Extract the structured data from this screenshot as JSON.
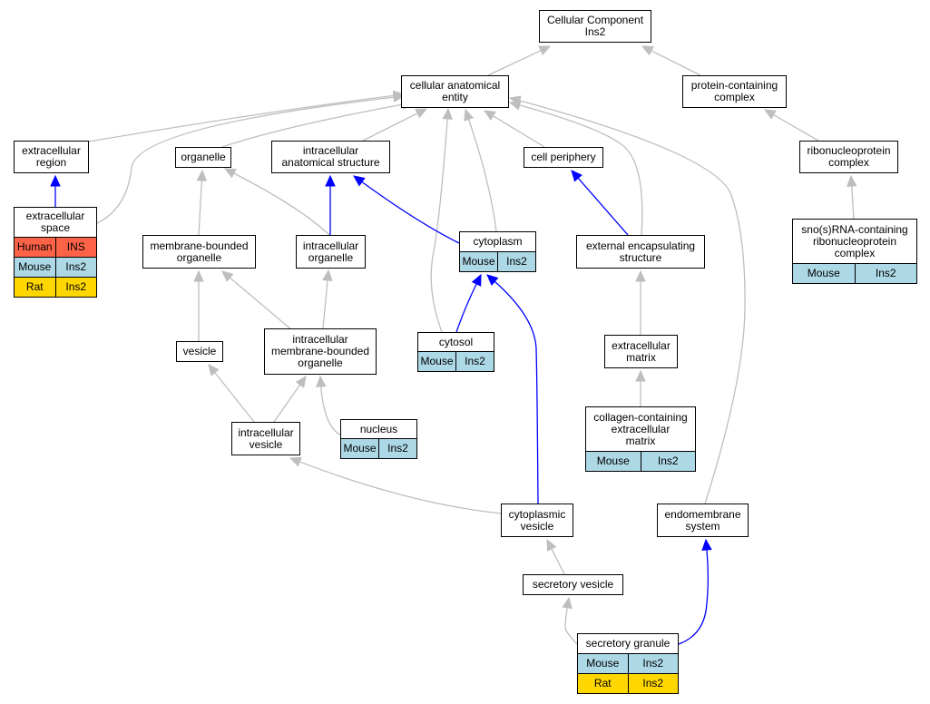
{
  "colors": {
    "human": "#ff6347",
    "mouse": "#add8e6",
    "rat": "#ffd700",
    "edge_gray": "#bebebe",
    "edge_blue": "#0000ff"
  },
  "nodes": [
    {
      "id": "cellular_component",
      "label": "Cellular Component\nIns2",
      "rows": []
    },
    {
      "id": "cellular_anatomical_entity",
      "label": "cellular anatomical\nentity",
      "rows": []
    },
    {
      "id": "protein_containing_complex",
      "label": "protein-containing\ncomplex",
      "rows": []
    },
    {
      "id": "extracellular_region",
      "label": "extracellular\nregion",
      "rows": []
    },
    {
      "id": "organelle",
      "label": "organelle",
      "rows": []
    },
    {
      "id": "intracellular_anatomical_structure",
      "label": "intracellular\nanatomical structure",
      "rows": []
    },
    {
      "id": "cell_periphery",
      "label": "cell periphery",
      "rows": []
    },
    {
      "id": "ribonucleoprotein_complex",
      "label": "ribonucleoprotein\ncomplex",
      "rows": []
    },
    {
      "id": "extracellular_space",
      "label": "extracellular\nspace",
      "rows": [
        {
          "species": "Human",
          "gene": "INS",
          "color": "human"
        },
        {
          "species": "Mouse",
          "gene": "Ins2",
          "color": "mouse"
        },
        {
          "species": "Rat",
          "gene": "Ins2",
          "color": "rat"
        }
      ]
    },
    {
      "id": "membrane_bounded_organelle",
      "label": "membrane-bounded\norganelle",
      "rows": []
    },
    {
      "id": "intracellular_organelle",
      "label": "intracellular\norganelle",
      "rows": []
    },
    {
      "id": "cytoplasm",
      "label": "cytoplasm",
      "rows": [
        {
          "species": "Mouse",
          "gene": "Ins2",
          "color": "mouse"
        }
      ]
    },
    {
      "id": "external_encapsulating_structure",
      "label": "external encapsulating\nstructure",
      "rows": []
    },
    {
      "id": "snorna_rnp_complex",
      "label": "sno(s)RNA-containing\nribonucleoprotein\ncomplex",
      "rows": [
        {
          "species": "Mouse",
          "gene": "Ins2",
          "color": "mouse"
        }
      ]
    },
    {
      "id": "vesicle",
      "label": "vesicle",
      "rows": []
    },
    {
      "id": "intracellular_mb_organelle",
      "label": "intracellular\nmembrane-bounded\norganelle",
      "rows": []
    },
    {
      "id": "cytosol",
      "label": "cytosol",
      "rows": [
        {
          "species": "Mouse",
          "gene": "Ins2",
          "color": "mouse"
        }
      ]
    },
    {
      "id": "extracellular_matrix",
      "label": "extracellular\nmatrix",
      "rows": []
    },
    {
      "id": "collagen_ecm",
      "label": "collagen-containing\nextracellular\nmatrix",
      "rows": [
        {
          "species": "Mouse",
          "gene": "Ins2",
          "color": "mouse"
        }
      ]
    },
    {
      "id": "intracellular_vesicle",
      "label": "intracellular\nvesicle",
      "rows": []
    },
    {
      "id": "nucleus",
      "label": "nucleus",
      "rows": [
        {
          "species": "Mouse",
          "gene": "Ins2",
          "color": "mouse"
        }
      ]
    },
    {
      "id": "cytoplasmic_vesicle",
      "label": "cytoplasmic\nvesicle",
      "rows": []
    },
    {
      "id": "endomembrane_system",
      "label": "endomembrane\nsystem",
      "rows": []
    },
    {
      "id": "secretory_vesicle",
      "label": "secretory vesicle",
      "rows": []
    },
    {
      "id": "secretory_granule",
      "label": "secretory granule",
      "rows": [
        {
          "species": "Mouse",
          "gene": "Ins2",
          "color": "mouse"
        },
        {
          "species": "Rat",
          "gene": "Ins2",
          "color": "rat"
        }
      ]
    }
  ],
  "edges": [
    {
      "from": "cellular_anatomical_entity",
      "to": "cellular_component",
      "color": "edge_gray"
    },
    {
      "from": "protein_containing_complex",
      "to": "cellular_component",
      "color": "edge_gray"
    },
    {
      "from": "extracellular_region",
      "to": "cellular_anatomical_entity",
      "color": "edge_gray"
    },
    {
      "from": "extracellular_space",
      "to": "cellular_anatomical_entity",
      "color": "edge_gray"
    },
    {
      "from": "organelle",
      "to": "cellular_anatomical_entity",
      "color": "edge_gray"
    },
    {
      "from": "intracellular_anatomical_structure",
      "to": "cellular_anatomical_entity",
      "color": "edge_gray"
    },
    {
      "from": "cytosol",
      "to": "cellular_anatomical_entity",
      "color": "edge_gray"
    },
    {
      "from": "cytoplasm",
      "to": "cellular_anatomical_entity",
      "color": "edge_gray"
    },
    {
      "from": "cell_periphery",
      "to": "cellular_anatomical_entity",
      "color": "edge_gray"
    },
    {
      "from": "external_encapsulating_structure",
      "to": "cellular_anatomical_entity",
      "color": "edge_gray"
    },
    {
      "from": "endomembrane_system",
      "to": "cellular_anatomical_entity",
      "color": "edge_gray"
    },
    {
      "from": "ribonucleoprotein_complex",
      "to": "protein_containing_complex",
      "color": "edge_gray"
    },
    {
      "from": "snorna_rnp_complex",
      "to": "ribonucleoprotein_complex",
      "color": "edge_gray"
    },
    {
      "from": "extracellular_space",
      "to": "extracellular_region",
      "color": "edge_blue"
    },
    {
      "from": "membrane_bounded_organelle",
      "to": "organelle",
      "color": "edge_gray"
    },
    {
      "from": "intracellular_organelle",
      "to": "organelle",
      "color": "edge_gray"
    },
    {
      "from": "intracellular_organelle",
      "to": "intracellular_anatomical_structure",
      "color": "edge_blue"
    },
    {
      "from": "cytoplasm",
      "to": "intracellular_anatomical_structure",
      "color": "edge_blue"
    },
    {
      "from": "external_encapsulating_structure",
      "to": "cell_periphery",
      "color": "edge_blue"
    },
    {
      "from": "vesicle",
      "to": "membrane_bounded_organelle",
      "color": "edge_gray"
    },
    {
      "from": "intracellular_mb_organelle",
      "to": "membrane_bounded_organelle",
      "color": "edge_gray"
    },
    {
      "from": "intracellular_mb_organelle",
      "to": "intracellular_organelle",
      "color": "edge_gray"
    },
    {
      "from": "cytosol",
      "to": "cytoplasm",
      "color": "edge_blue"
    },
    {
      "from": "cytoplasmic_vesicle",
      "to": "cytoplasm",
      "color": "edge_blue"
    },
    {
      "from": "extracellular_matrix",
      "to": "external_encapsulating_structure",
      "color": "edge_gray"
    },
    {
      "from": "collagen_ecm",
      "to": "extracellular_matrix",
      "color": "edge_gray"
    },
    {
      "from": "intracellular_vesicle",
      "to": "vesicle",
      "color": "edge_gray"
    },
    {
      "from": "intracellular_vesicle",
      "to": "intracellular_mb_organelle",
      "color": "edge_gray"
    },
    {
      "from": "nucleus",
      "to": "intracellular_mb_organelle",
      "color": "edge_gray"
    },
    {
      "from": "cytoplasmic_vesicle",
      "to": "intracellular_vesicle",
      "color": "edge_gray"
    },
    {
      "from": "secretory_vesicle",
      "to": "cytoplasmic_vesicle",
      "color": "edge_gray"
    },
    {
      "from": "secretory_granule",
      "to": "secretory_vesicle",
      "color": "edge_gray"
    },
    {
      "from": "secretory_granule",
      "to": "endomembrane_system",
      "color": "edge_blue"
    }
  ]
}
